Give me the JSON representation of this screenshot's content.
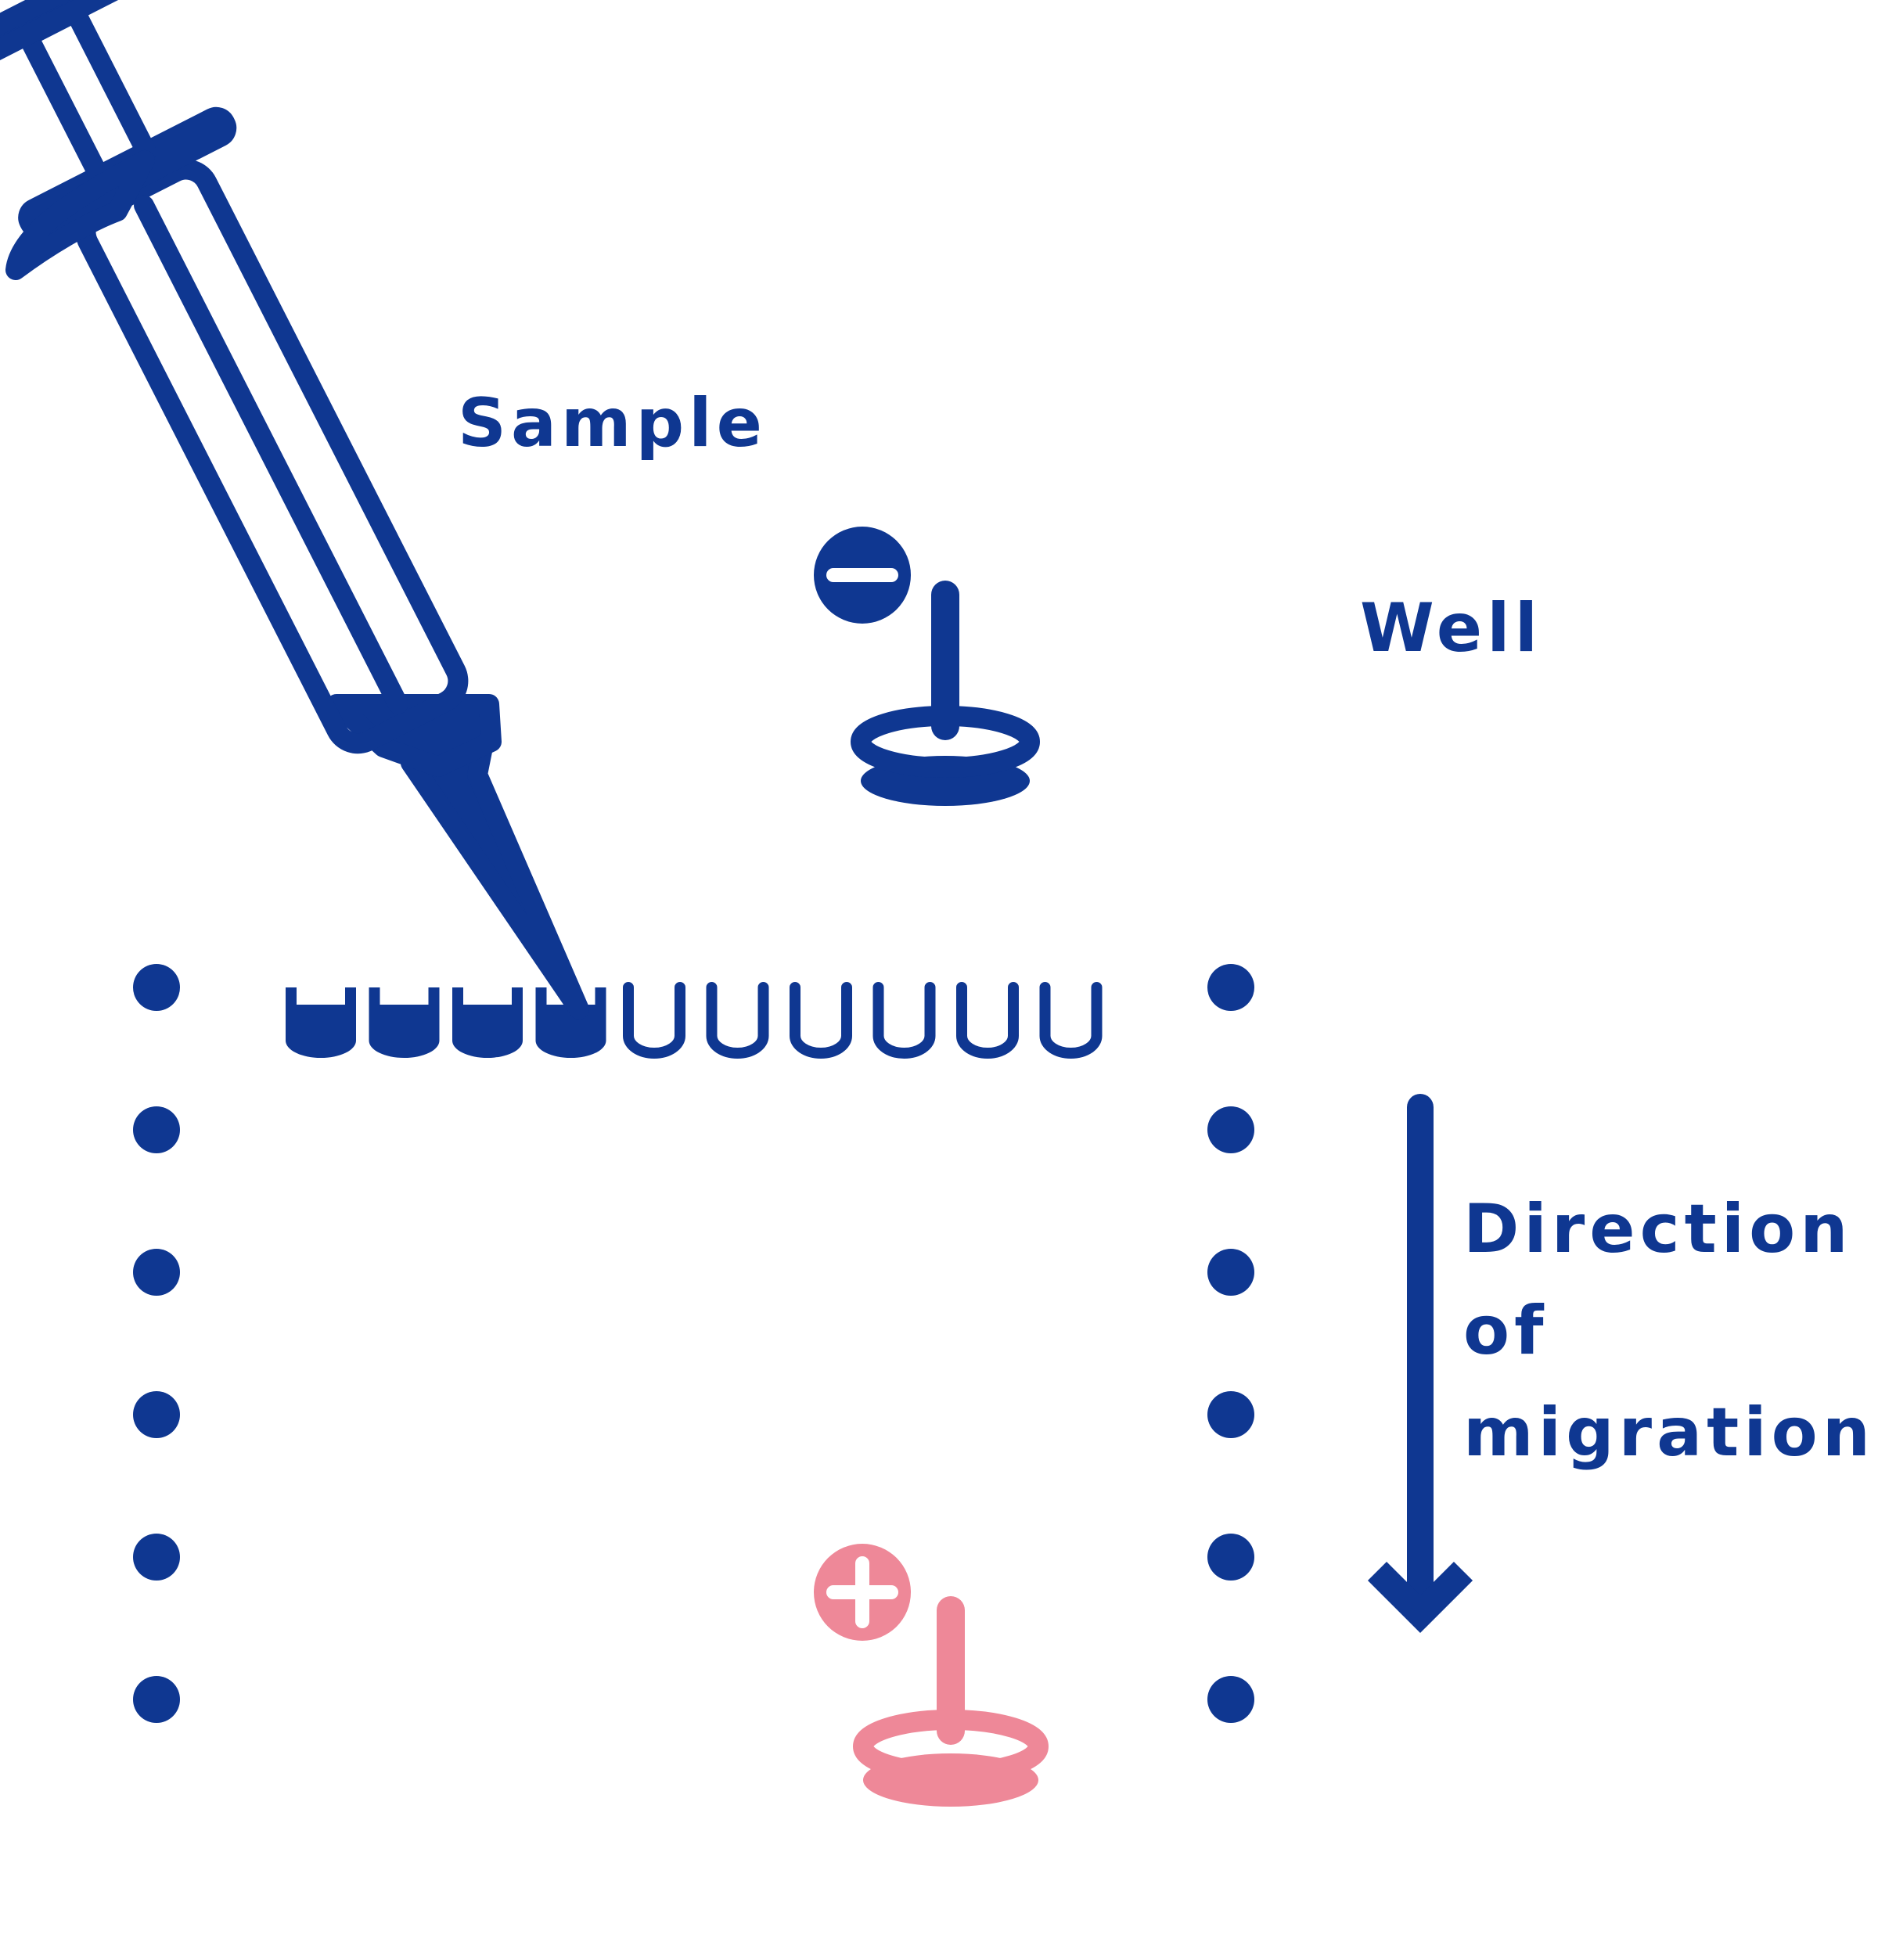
{
  "colors": {
    "primary": "#0f3791",
    "accent": "#ee8898",
    "background": "#ffffff"
  },
  "labels": {
    "sample": "Sample",
    "well": "Well",
    "direction_line1": "Direction",
    "direction_line2": "of",
    "direction_line3": "migration"
  },
  "icons": {
    "negative": "minus-circle-icon",
    "positive": "plus-circle-icon"
  },
  "wells": {
    "total": 10,
    "filled": 4
  }
}
